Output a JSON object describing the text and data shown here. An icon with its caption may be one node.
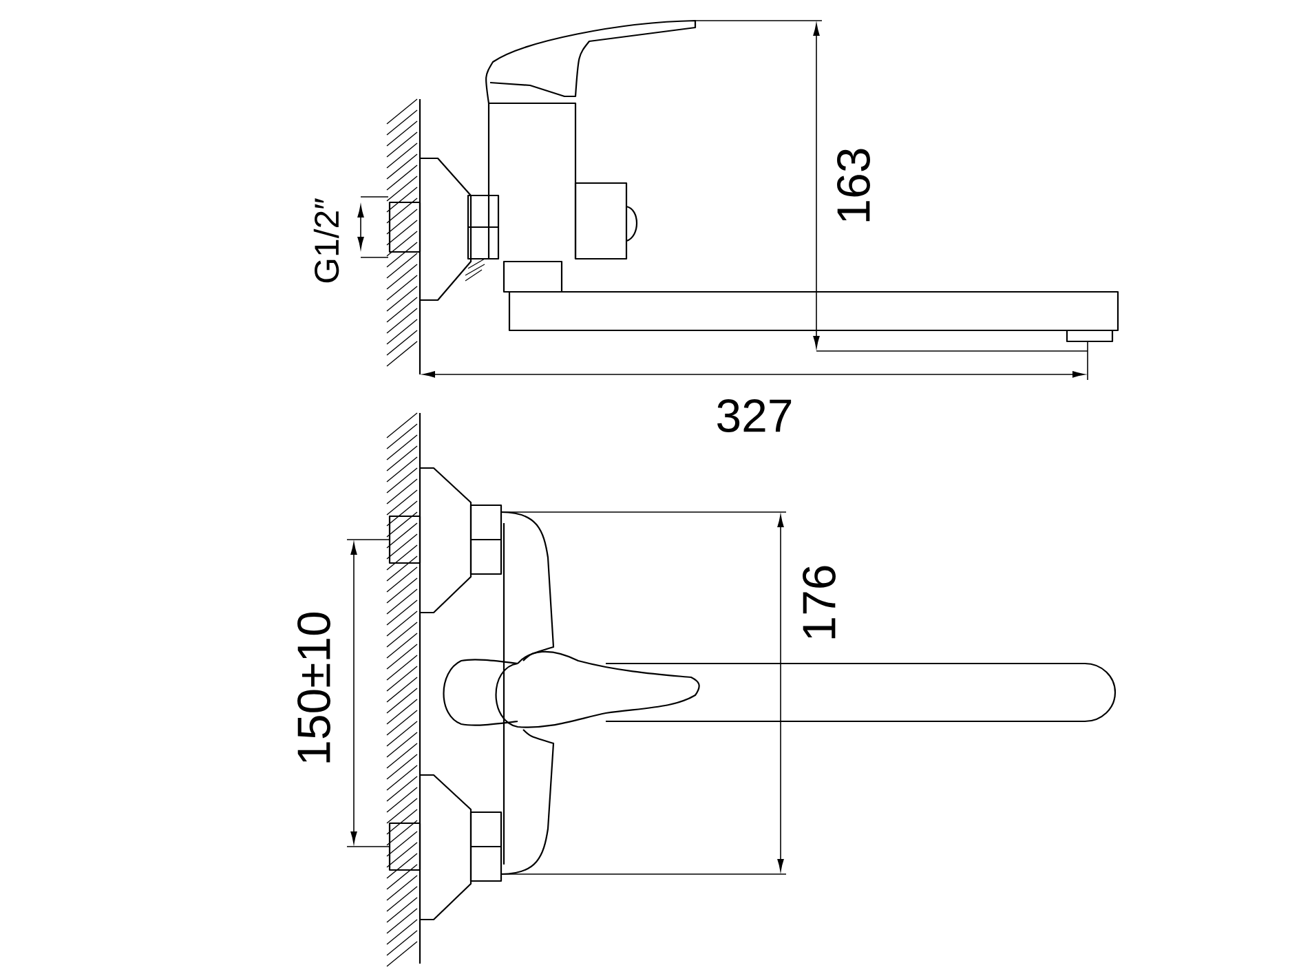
{
  "diagram": {
    "labels": [
      "G1/2″",
      "163",
      "327",
      "150±10",
      "176"
    ]
  }
}
